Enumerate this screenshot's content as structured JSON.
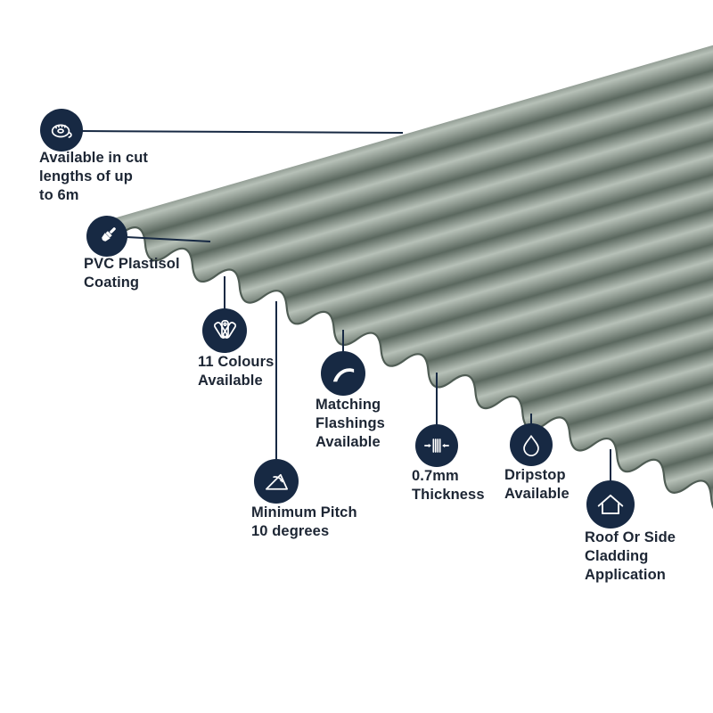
{
  "product": {
    "subject": "corrugated-roofing-sheet",
    "sheet_colors": {
      "highlight": "#b6c0b7",
      "mid": "#8f9a91",
      "shadow": "#5b685f",
      "base": "#939e95",
      "edge": "#4f5c54"
    },
    "icon_background": "#172943",
    "text_color": "#1d2634"
  },
  "features": [
    {
      "icon": "tape-measure-icon",
      "lines": [
        "Available in cut",
        "lengths of up",
        "to 6m"
      ]
    },
    {
      "icon": "paintbrush-icon",
      "lines": [
        "PVC Plastisol",
        "Coating"
      ]
    },
    {
      "icon": "colour-swatch-icon",
      "lines": [
        "11 Colours",
        "Available"
      ]
    },
    {
      "icon": "flashing-icon",
      "lines": [
        "Matching",
        "Flashings",
        "Available"
      ]
    },
    {
      "icon": "pitch-angle-icon",
      "lines": [
        "Minimum Pitch",
        "10 degrees"
      ]
    },
    {
      "icon": "thickness-icon",
      "lines": [
        "0.7mm",
        "Thickness"
      ]
    },
    {
      "icon": "dripstop-icon",
      "lines": [
        "Dripstop",
        "Available"
      ]
    },
    {
      "icon": "house-icon",
      "lines": [
        "Roof Or Side",
        "Cladding",
        "Application"
      ]
    }
  ]
}
